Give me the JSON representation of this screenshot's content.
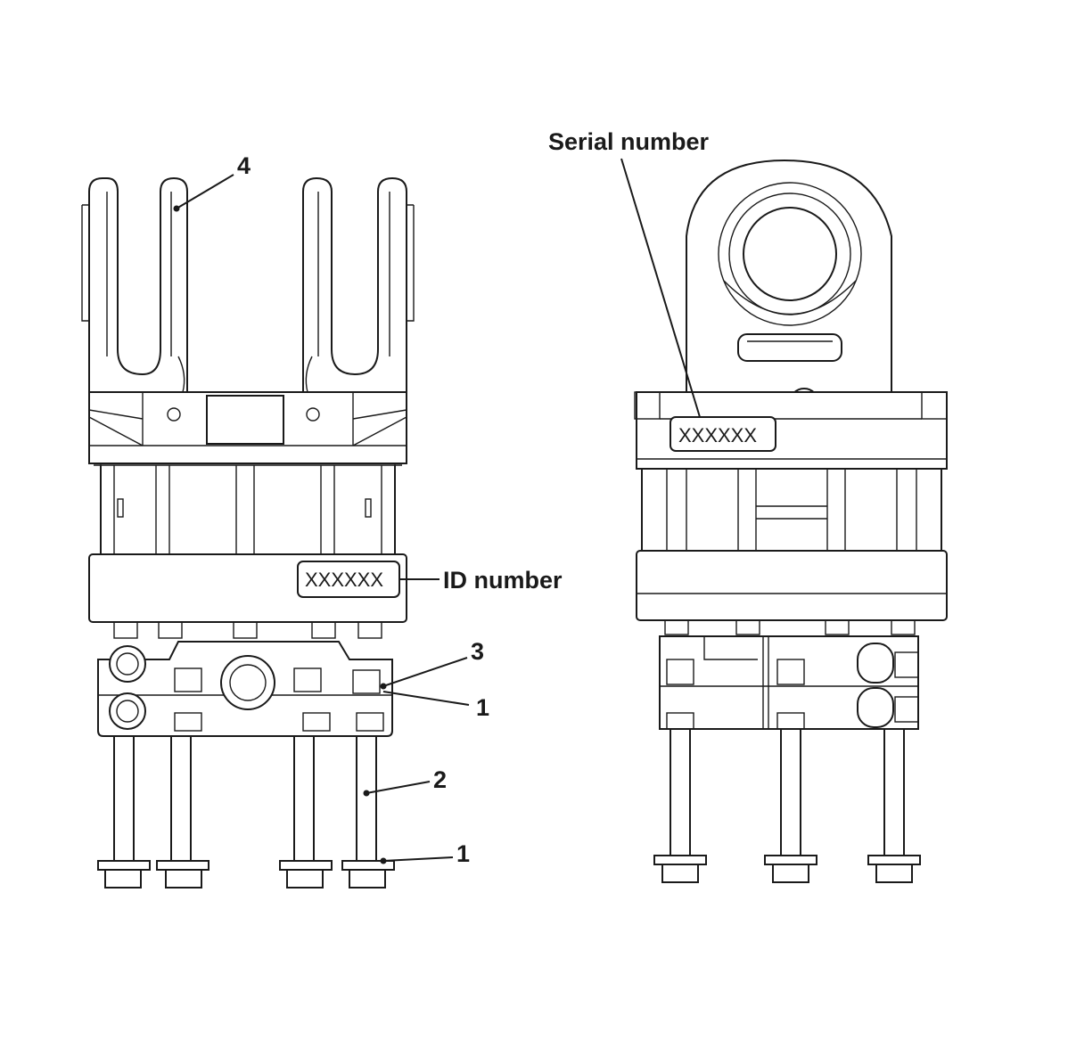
{
  "labels": {
    "serial_number": "Serial number",
    "id_number": "ID number",
    "callout_4": "4",
    "callout_3": "3",
    "callout_1_upper": "1",
    "callout_2": "2",
    "callout_1_lower": "1"
  },
  "plates": {
    "id_plate_text": "XXXXXX",
    "serial_plate_text": "XXXXXX"
  }
}
